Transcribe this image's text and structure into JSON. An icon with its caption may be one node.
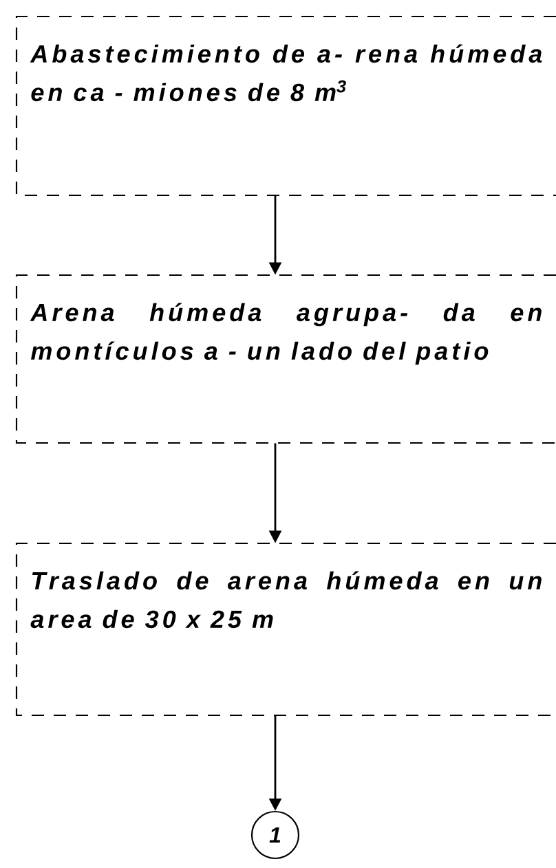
{
  "diagram": {
    "nodes": [
      {
        "text": [
          "Abastecimiento de a- rena húmeda en ca - miones de 8 m$^{3}$"
        ]
      },
      {
        "text": [
          "Arena húmeda agrupa- da en montículos a - un lado del patio"
        ]
      },
      {
        "text": [
          "Traslado de arena húmeda en un area de 30 x 25 m"
        ]
      },
      {
        "text": [
          "1"
        ]
      }
    ],
    "edges": [
      {
        "from": 0,
        "to": 1,
        "arrow": "to"
      },
      {
        "from": 1,
        "to": 2,
        "arrow": "to"
      },
      {
        "from": 2,
        "to": 3,
        "arrow": "to"
      }
    ]
  }
}
